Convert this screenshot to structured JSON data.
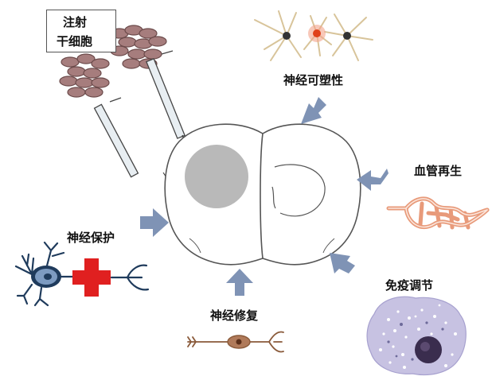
{
  "stem_cell_box": {
    "line1": "注射",
    "line2": "干细胞"
  },
  "labels": {
    "neuroplasticity": "神经可塑性",
    "angiogenesis": "血管再生",
    "neuroprotection": "神经保护",
    "neural_repair": "神经修复",
    "immunomodulation": "免疫调节"
  },
  "colors": {
    "arrow": "#7f93b5",
    "brain_outline": "#555555",
    "lesion": "#b9b9b9",
    "cell_fill": "#a67d7d",
    "neuron_body": "#1f3b5c",
    "neuron_soma": "#7d9bc1",
    "cross": "#e02020",
    "vessel": "#e89a7a",
    "axon": "#8a5a3a",
    "macrophage": "#b7b3d6"
  },
  "icons": [
    "syringe-icon",
    "stem-cell-cluster-icon",
    "astrocyte-icon",
    "blood-vessel-icon",
    "neuron-icon",
    "red-cross-icon",
    "macrophage-icon",
    "axon-icon",
    "arrow-icon"
  ]
}
